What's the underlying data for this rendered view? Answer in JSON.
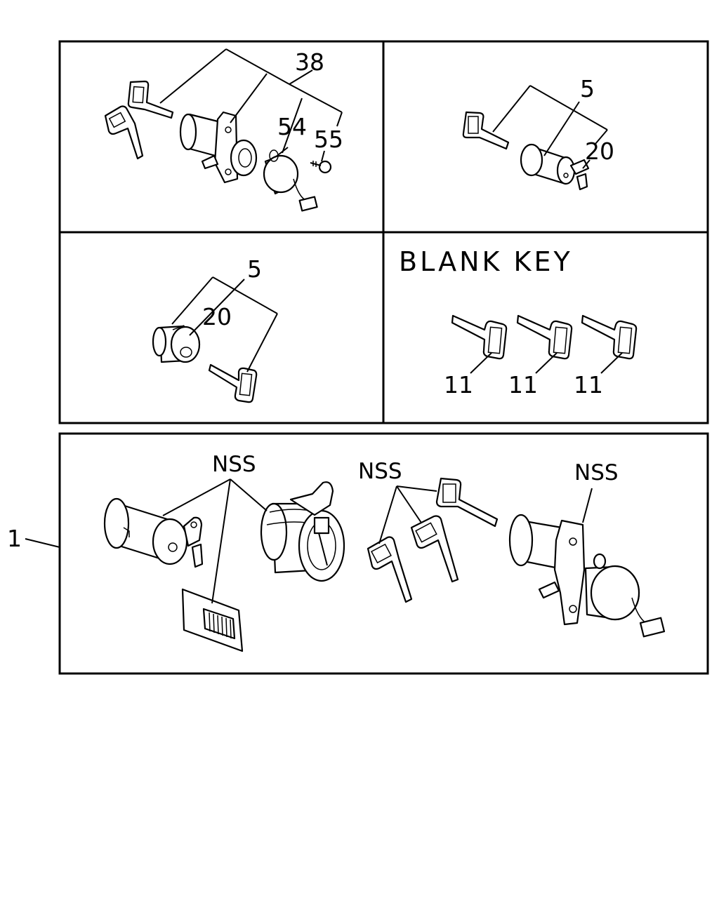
{
  "diagram": {
    "panels": {
      "top_left": {
        "labels": [
          "38",
          "54",
          "55"
        ]
      },
      "top_right": {
        "labels": [
          "5",
          "20"
        ]
      },
      "middle_left": {
        "labels": [
          "5",
          "20"
        ]
      },
      "middle_right": {
        "heading": "BLANK KEY",
        "labels": [
          "11",
          "11",
          "11"
        ]
      },
      "bottom": {
        "labels": [
          "NSS",
          "NSS",
          "NSS"
        ]
      }
    },
    "callout_outside": "1"
  }
}
